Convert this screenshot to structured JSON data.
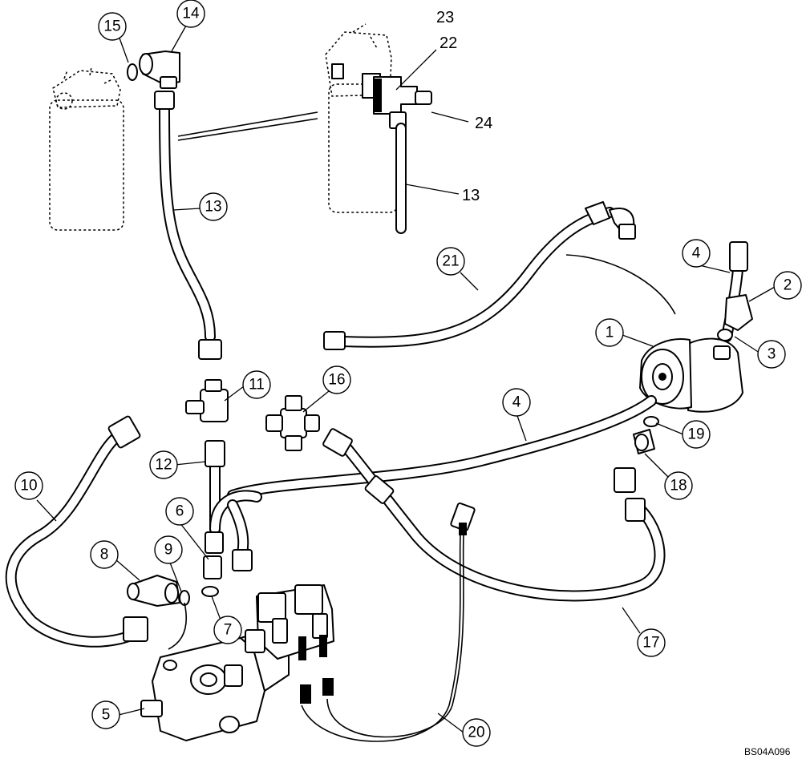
{
  "drawing_code": "BS04A096",
  "callouts": {
    "c1": "1",
    "c2": "2",
    "c3": "3",
    "c4a": "4",
    "c4b": "4",
    "c5": "5",
    "c6": "6",
    "c7": "7",
    "c8": "8",
    "c9": "9",
    "c10": "10",
    "c11": "11",
    "c12": "12",
    "c13": "13",
    "c14": "14",
    "c15": "15",
    "c16": "16",
    "c17": "17",
    "c18": "18",
    "c19": "19",
    "c20": "20",
    "c21": "21"
  },
  "plain_labels": {
    "l23": "23",
    "l22": "22",
    "l24": "24",
    "l13": "13"
  }
}
